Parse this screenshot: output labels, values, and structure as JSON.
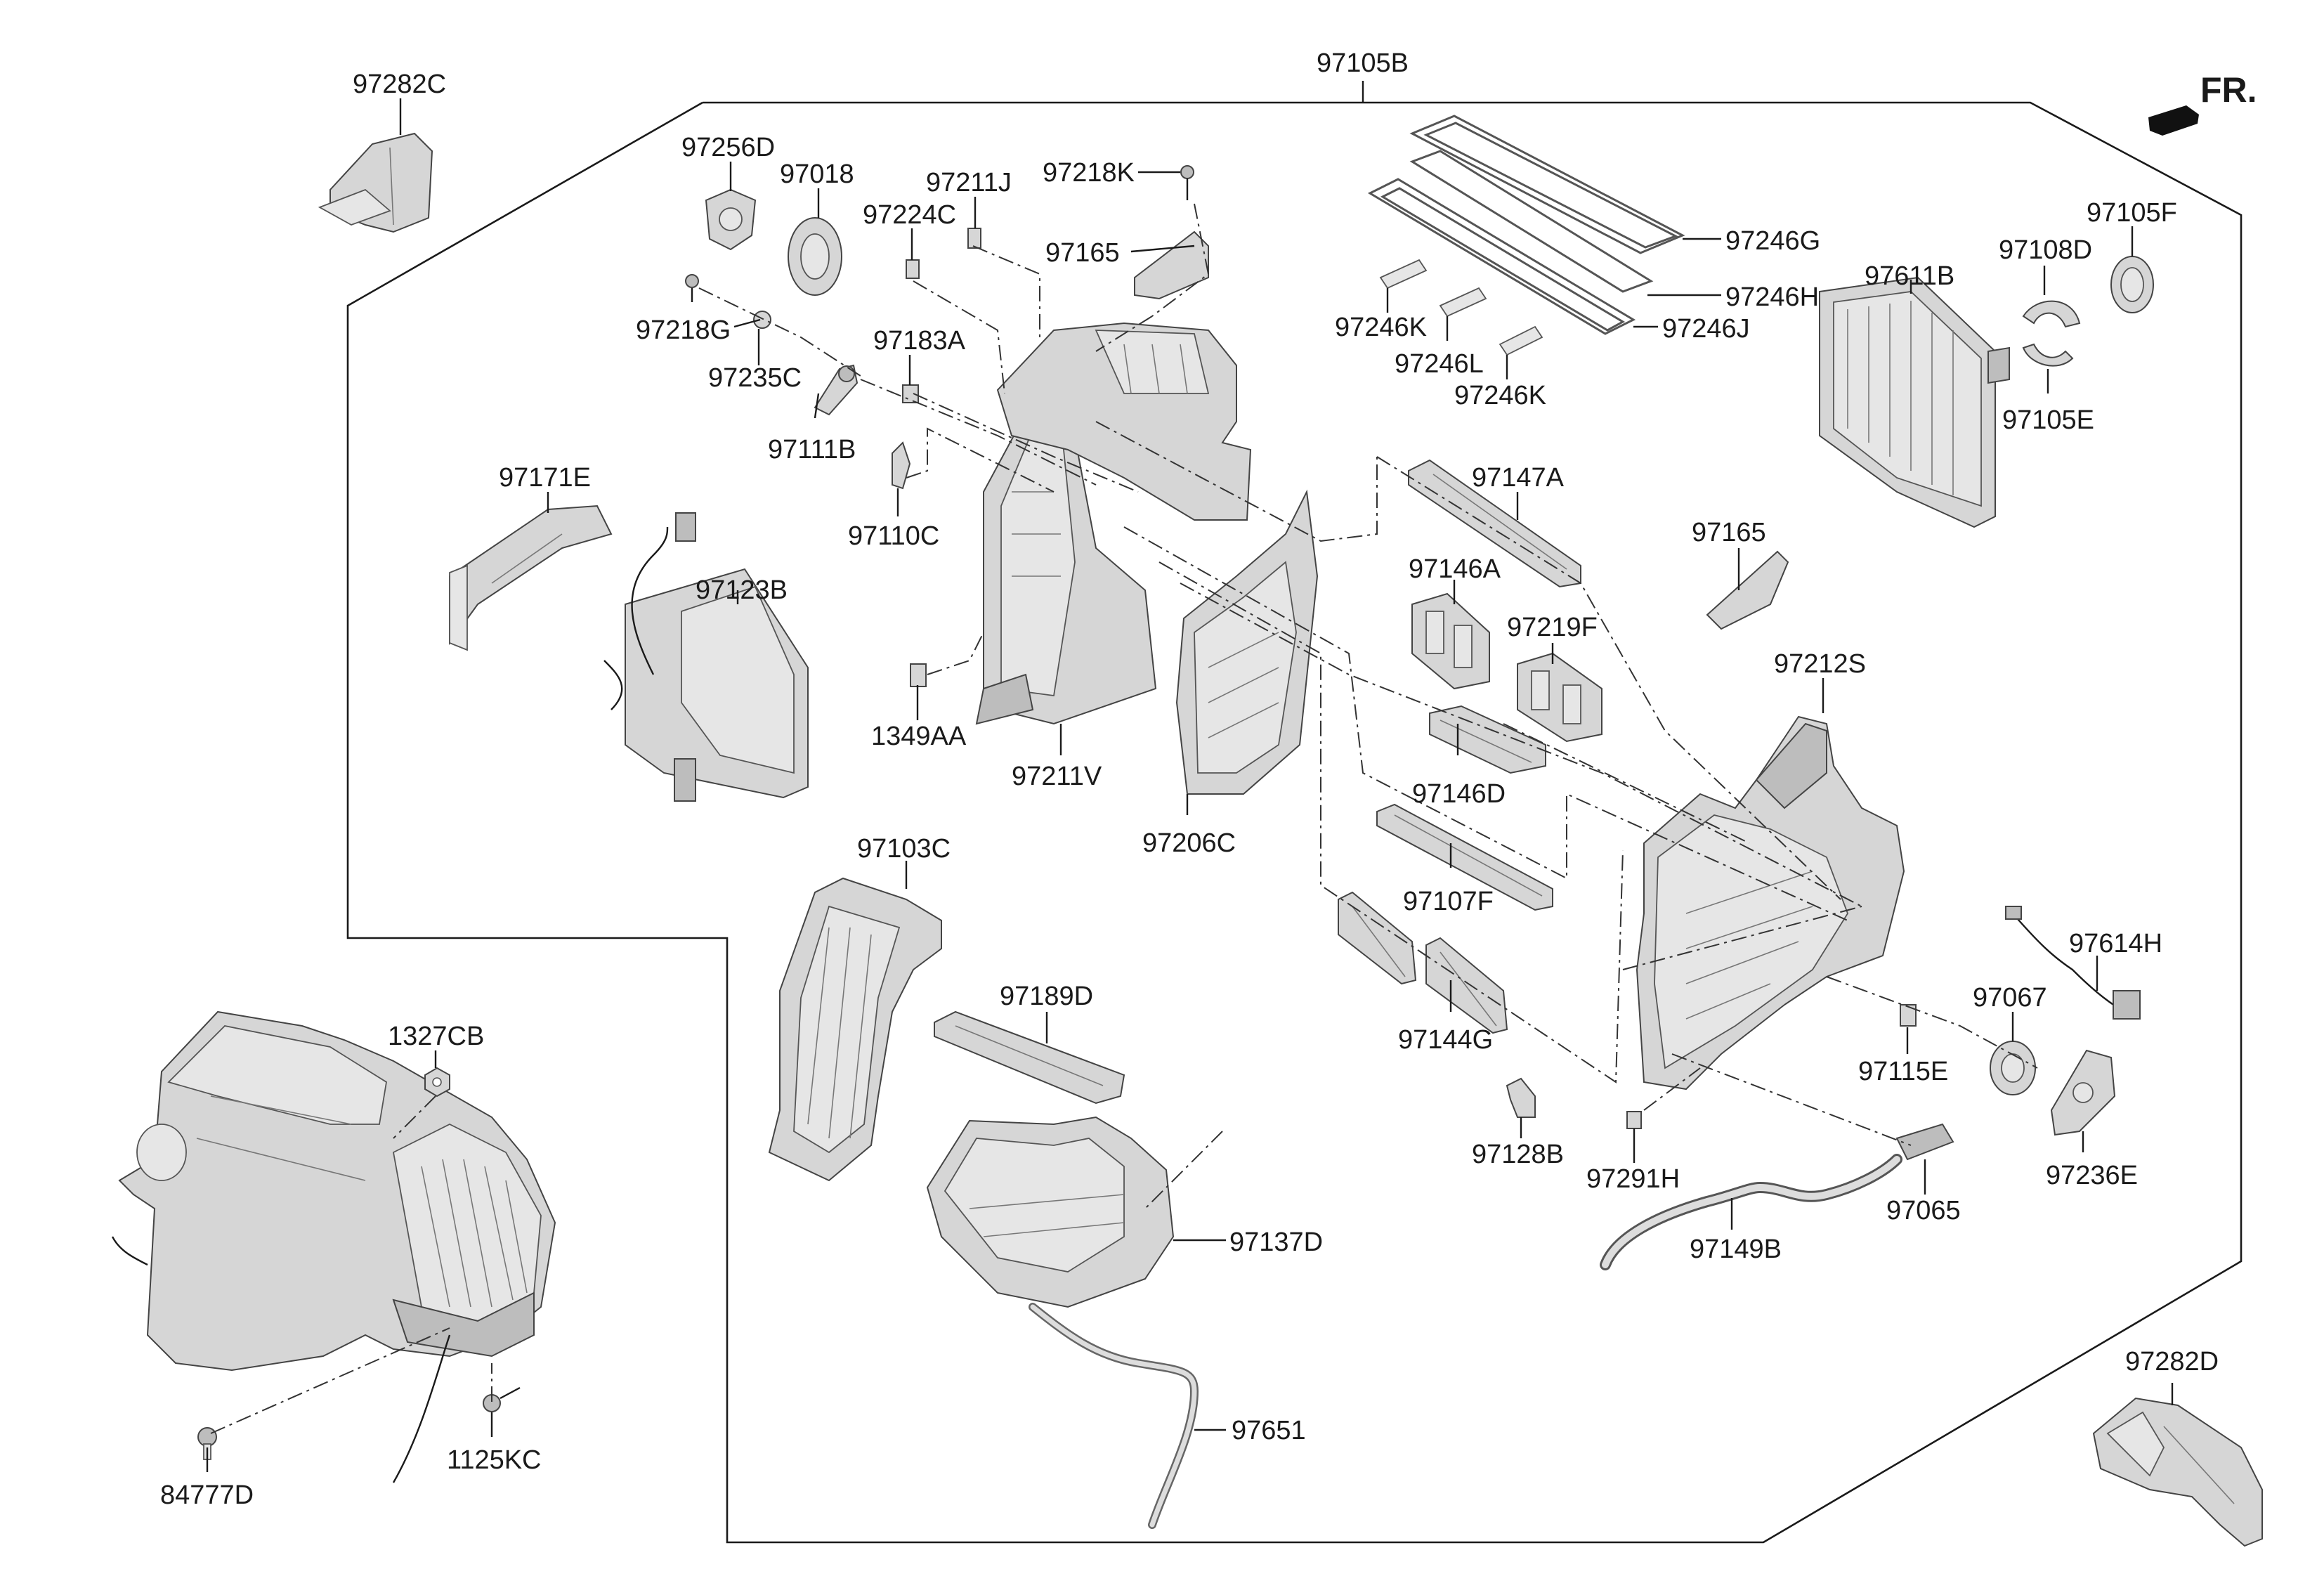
{
  "diagram": {
    "direction_label": "FR.",
    "labels": {
      "l97105B": "97105B",
      "l97282C": "97282C",
      "l97256D": "97256D",
      "l97018": "97018",
      "l97211J": "97211J",
      "l97218K": "97218K",
      "l97224C": "97224C",
      "l97165a": "97165",
      "l97218G": "97218G",
      "l97235C": "97235C",
      "l97183A": "97183A",
      "l97111B": "97111B",
      "l97110C": "97110C",
      "l97171E": "97171E",
      "l97123B": "97123B",
      "l1349AA": "1349AA",
      "l97211V": "97211V",
      "l97206C": "97206C",
      "l97246G": "97246G",
      "l97246H": "97246H",
      "l97246J": "97246J",
      "l97246K1": "97246K",
      "l97246L": "97246L",
      "l97246K2": "97246K",
      "l97611B": "97611B",
      "l97108D": "97108D",
      "l97105F": "97105F",
      "l97105E": "97105E",
      "l97147A": "97147A",
      "l97165b": "97165",
      "l97146A": "97146A",
      "l97219F": "97219F",
      "l97212S": "97212S",
      "l97146D": "97146D",
      "l97107F": "97107F",
      "l97144G": "97144G",
      "l97103C": "97103C",
      "l97189D": "97189D",
      "l97137D": "97137D",
      "l97651": "97651",
      "l1327CB": "1327CB",
      "l1125KC": "1125KC",
      "l84777D": "84777D",
      "l97614H": "97614H",
      "l97067": "97067",
      "l97115E": "97115E",
      "l97236E": "97236E",
      "l97128B": "97128B",
      "l97291H": "97291H",
      "l97065": "97065",
      "l97149B": "97149B",
      "l97282D": "97282D"
    }
  }
}
